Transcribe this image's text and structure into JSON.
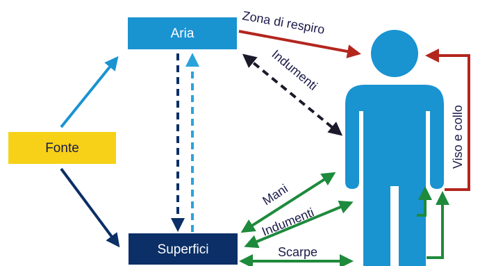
{
  "nodes": {
    "fonte": {
      "label": "Fonte",
      "color": "#f7d117",
      "text_color": "#1a1a4a"
    },
    "aria": {
      "label": "Aria",
      "color": "#1a93d1",
      "text_color": "#ffffff"
    },
    "superfici": {
      "label": "Superfici",
      "color": "#0b2f66",
      "text_color": "#ffffff"
    },
    "person": {
      "icon": "person-icon",
      "color": "#1a93d1"
    }
  },
  "edge_labels": {
    "zona_respiro": "Zona di respiro",
    "indumenti_top": "Indumenti",
    "viso_collo": "Viso e collo",
    "mani": "Mani",
    "indumenti_bottom": "Indumenti",
    "scarpe": "Scarpe"
  },
  "colors": {
    "light_blue": "#1a93d1",
    "dashed_light_blue": "#29a3db",
    "dark_blue": "#0b2f66",
    "red": "#b3261e",
    "green": "#1e8a3c"
  }
}
